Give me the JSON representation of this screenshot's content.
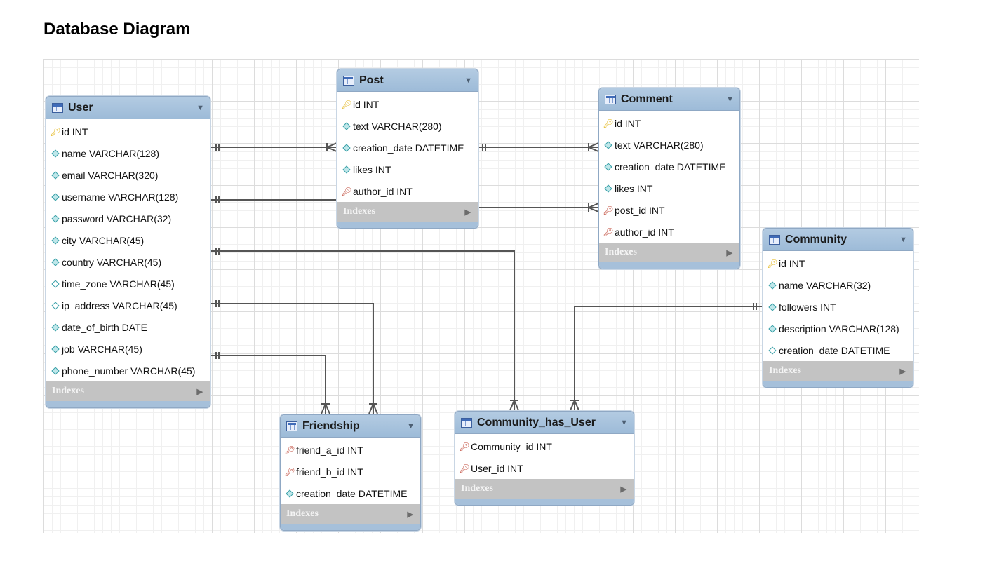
{
  "title": "Database Diagram",
  "indexes_label": "Indexes",
  "tables": {
    "user": {
      "name": "User",
      "columns": [
        "id INT",
        "name VARCHAR(128)",
        "email VARCHAR(320)",
        "username VARCHAR(128)",
        "password VARCHAR(32)",
        "city VARCHAR(45)",
        "country VARCHAR(45)",
        "time_zone VARCHAR(45)",
        "ip_address VARCHAR(45)",
        "date_of_birth DATE",
        "job VARCHAR(45)",
        "phone_number VARCHAR(45)"
      ]
    },
    "post": {
      "name": "Post",
      "columns": [
        "id INT",
        "text VARCHAR(280)",
        "creation_date DATETIME",
        "likes INT",
        "author_id INT"
      ]
    },
    "comment": {
      "name": "Comment",
      "columns": [
        "id INT",
        "text VARCHAR(280)",
        "creation_date DATETIME",
        "likes INT",
        "post_id INT",
        "author_id INT"
      ]
    },
    "community": {
      "name": "Community",
      "columns": [
        "id INT",
        "name VARCHAR(32)",
        "followers INT",
        "description VARCHAR(128)",
        "creation_date DATETIME"
      ]
    },
    "friendship": {
      "name": "Friendship",
      "columns": [
        "friend_a_id INT",
        "friend_b_id INT",
        "creation_date DATETIME"
      ]
    },
    "community_has_user": {
      "name": "Community_has_User",
      "columns": [
        "Community_id INT",
        "User_id INT"
      ]
    }
  },
  "icons": {
    "primary_key": "key-icon",
    "foreign_key": "foreign-key-icon",
    "column": "column-diamond-icon",
    "nullable_column": "nullable-column-diamond-icon",
    "table": "table-icon",
    "collapse": "collapse-triangle-icon",
    "expand": "expand-triangle-icon"
  },
  "colors": {
    "header": "#a9c4df",
    "indexes_bar": "#c3c3c3",
    "relation_line": "#555555",
    "primary_key": "#e3b619",
    "foreign_key": "#c04a3a"
  }
}
